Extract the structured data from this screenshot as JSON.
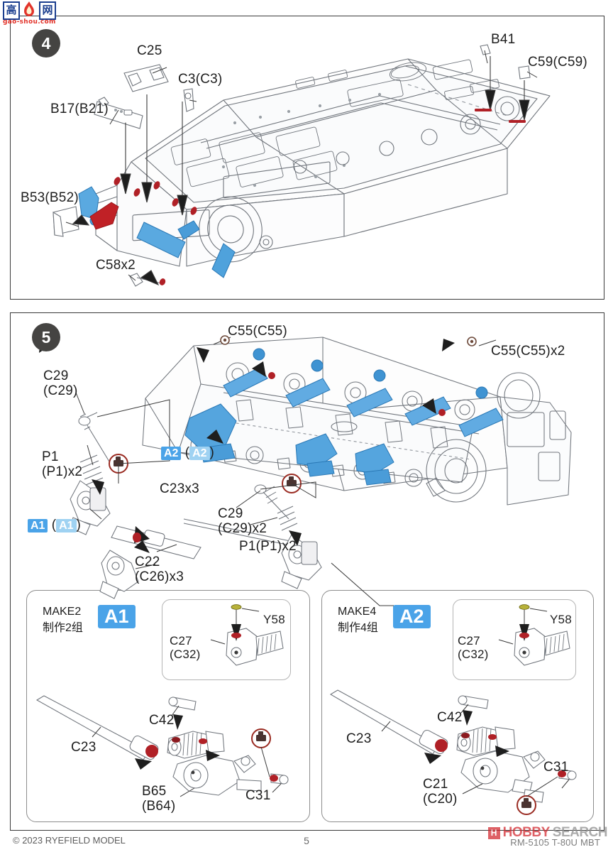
{
  "document": {
    "type": "model-kit-instruction-sheet",
    "page_number": "5",
    "copyright": "© 2023 RYEFIELD MODEL",
    "kit_code": "RM-5105 T-80U MBT"
  },
  "watermarks": {
    "top_left": {
      "chars": [
        "高",
        "网"
      ],
      "url": "gao-shou.com"
    },
    "bottom_right": {
      "mark": "H",
      "word1": "HOBBY",
      "word2": "SEARCH"
    }
  },
  "steps": [
    {
      "number": "4",
      "labels": [
        {
          "id": "c25",
          "text": "C25"
        },
        {
          "id": "c3",
          "text": "C3(C3)"
        },
        {
          "id": "b17",
          "text": "B17(B21)"
        },
        {
          "id": "b53",
          "text": "B53(B52)"
        },
        {
          "id": "c58",
          "text": "C58x2"
        },
        {
          "id": "b41",
          "text": "B41"
        },
        {
          "id": "c59",
          "text": "C59(C59)"
        }
      ]
    },
    {
      "number": "5",
      "labels": [
        {
          "id": "c55a",
          "text": "C55(C55)"
        },
        {
          "id": "c55b",
          "text": "C55(C55)x2"
        },
        {
          "id": "c29a",
          "text": "C29\n(C29)"
        },
        {
          "id": "p1a",
          "text": "P1\n(P1)x2"
        },
        {
          "id": "c23x3",
          "text": "C23x3"
        },
        {
          "id": "c22",
          "text": "C22\n(C26)x3"
        },
        {
          "id": "c29b",
          "text": "C29\n(C29)x2"
        },
        {
          "id": "p1b",
          "text": "P1(P1)x2"
        }
      ],
      "ref_chips": [
        {
          "id": "a1-ref",
          "code": "A1"
        },
        {
          "id": "a2-ref",
          "code": "A2"
        }
      ]
    }
  ],
  "subassemblies": [
    {
      "id": "A1",
      "make_en": "MAKE2",
      "make_cn": "制作2组",
      "badge": "A1",
      "inset_labels": [
        {
          "id": "y58",
          "text": "Y58"
        },
        {
          "id": "c27",
          "text": "C27\n(C32)"
        }
      ],
      "labels": [
        {
          "id": "c23",
          "text": "C23"
        },
        {
          "id": "c42",
          "text": "C42"
        },
        {
          "id": "b65",
          "text": "B65\n(B64)"
        },
        {
          "id": "c31",
          "text": "C31"
        }
      ]
    },
    {
      "id": "A2",
      "make_en": "MAKE4",
      "make_cn": "制作4组",
      "badge": "A2",
      "inset_labels": [
        {
          "id": "y58",
          "text": "Y58"
        },
        {
          "id": "c27",
          "text": "C27\n(C32)"
        }
      ],
      "labels": [
        {
          "id": "c23",
          "text": "C23"
        },
        {
          "id": "c42",
          "text": "C42"
        },
        {
          "id": "c21",
          "text": "C21\n(C20)"
        },
        {
          "id": "c31",
          "text": "C31"
        }
      ]
    }
  ],
  "colors": {
    "part_blue": "#4aa3e8",
    "part_blue_light": "#9fd2f2",
    "glue_red": "#c02126",
    "outline": "#6d7278",
    "step_circle": "#454442",
    "chip_blue": "#4aa3e8",
    "watermark_red": "#d2252c"
  },
  "icons": {
    "no_glue": "no-glue-icon",
    "step_badge": "step-number-badge",
    "arrow": "assembly-arrow"
  }
}
